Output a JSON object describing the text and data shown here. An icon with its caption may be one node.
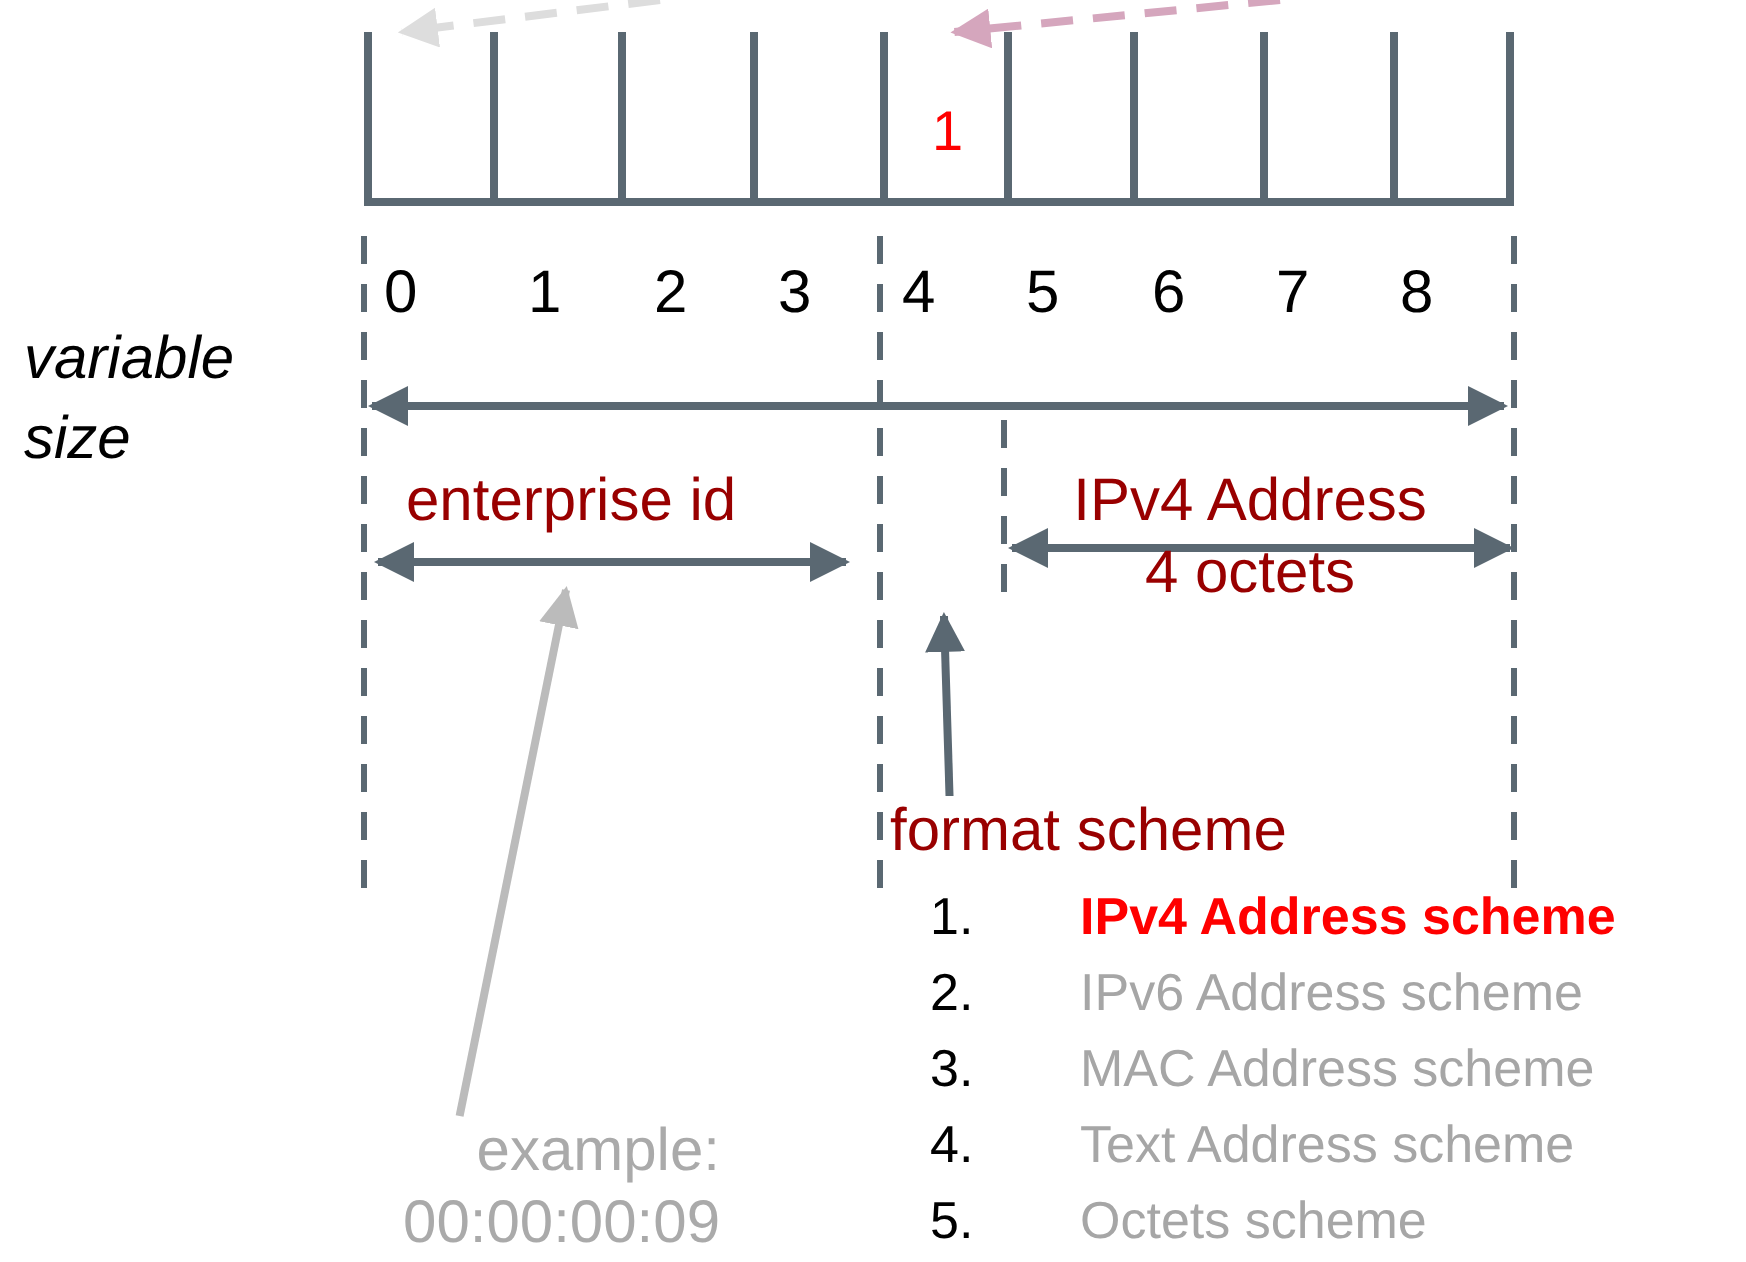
{
  "diagram": {
    "nodes": [
      {
        "text": [],
        "shape": "box"
      },
      {
        "text": [],
        "shape": "box"
      },
      {
        "text": [],
        "shape": "box"
      },
      {
        "text": [],
        "shape": "box"
      },
      {
        "text": [
          "1"
        ]
      },
      {
        "text": [],
        "shape": "box"
      },
      {
        "text": [],
        "shape": "box"
      },
      {
        "text": [],
        "shape": "box"
      },
      {
        "text": [],
        "shape": "box"
      },
      {
        "text": [
          "enterprise id"
        ]
      },
      {
        "text": [
          "IPv4 Address",
          "4 octets"
        ]
      },
      {
        "text": [
          "format scheme"
        ]
      },
      {
        "text": [
          "example: 00:00:00:09"
        ]
      }
    ],
    "edges": [
      {
        "from": null,
        "to": 0,
        "arrow": "to",
        "style": "dashed",
        "color": "#dddddd"
      },
      {
        "from": null,
        "to": 4,
        "arrow": "to",
        "style": "dashed",
        "color": "#d5a6bd"
      },
      {
        "from": 11,
        "to": null,
        "arrow": "to",
        "color": "#5a6872"
      },
      {
        "from": 12,
        "to": 9,
        "arrow": "to",
        "color": "#bbbbbb"
      }
    ],
    "labels": [
      "0",
      "1",
      "2",
      "3",
      "4",
      "5",
      "6",
      "7",
      "8",
      "variable size",
      "1.",
      "IPv4 Address scheme",
      "2.",
      "IPv6 Address scheme",
      "3.",
      "MAC Address scheme",
      "4.",
      "Text Address scheme",
      "5.",
      "Octets scheme"
    ]
  }
}
